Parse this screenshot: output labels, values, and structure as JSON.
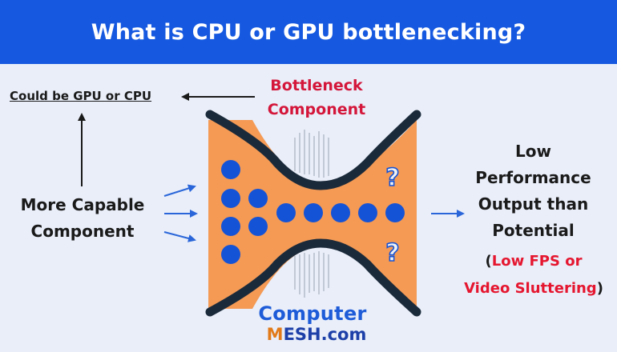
{
  "header": {
    "title": "What is CPU or GPU bottlenecking?"
  },
  "labels": {
    "could_be": "Could be GPU or CPU",
    "bottleneck_line1": "Bottleneck",
    "bottleneck_line2": "Component",
    "capable_line1": "More Capable",
    "capable_line2": "Component",
    "output_line1": "Low",
    "output_line2": "Performance",
    "output_line3": "Output than",
    "output_line4": "Potential",
    "fps_open": "(",
    "fps_line1": "Low FPS or",
    "fps_line2": "Video Sluttering",
    "fps_close": ")",
    "question_mark": "?"
  },
  "brand": {
    "line1": "Computer",
    "line2_m": "M",
    "line2_rest": "ESH.com"
  },
  "colors": {
    "header_bg": "#1659e0",
    "background": "#e9eef9",
    "funnel_fill": "#f49a55",
    "funnel_stroke": "#1b2a3a",
    "dots": "#1553d6",
    "accent_red": "#e5162f",
    "arrow_blue": "#2a66d9"
  }
}
